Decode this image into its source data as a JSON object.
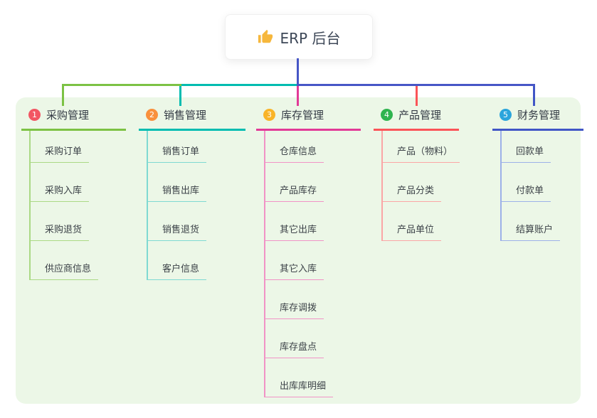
{
  "root": {
    "title": "ERP 后台",
    "icon": "thumbs-up-icon"
  },
  "branches": [
    {
      "index": "1",
      "label": "采购管理",
      "badge_color": "#f25663",
      "line_color": "#7cc244",
      "child_line_color": "#abd985",
      "children": [
        "采购订单",
        "采购入库",
        "采购退货",
        "供应商信息"
      ]
    },
    {
      "index": "2",
      "label": "销售管理",
      "badge_color": "#f9903c",
      "line_color": "#00bcb0",
      "child_line_color": "#7fd9d2",
      "children": [
        "销售订单",
        "销售出库",
        "销售退货",
        "客户信息"
      ]
    },
    {
      "index": "3",
      "label": "库存管理",
      "badge_color": "#f9b428",
      "line_color": "#e23a97",
      "child_line_color": "#f193c6",
      "children": [
        "仓库信息",
        "产品库存",
        "其它出库",
        "其它入库",
        "库存调拨",
        "库存盘点",
        "出库库明细"
      ]
    },
    {
      "index": "4",
      "label": "产品管理",
      "badge_color": "#2fb44f",
      "line_color": "#fb5458",
      "child_line_color": "#fba6a6",
      "children": [
        "产品（物料）",
        "产品分类",
        "产品单位"
      ]
    },
    {
      "index": "5",
      "label": "财务管理",
      "badge_color": "#2ba5dc",
      "line_color": "#4156c6",
      "child_line_color": "#9db1e8",
      "children": [
        "回款单",
        "付款单",
        "结算账户"
      ]
    }
  ],
  "canvas": {
    "background": "#ffffff",
    "panel_color": "#ecf7e7",
    "root_connector_color": "#4656c6"
  }
}
